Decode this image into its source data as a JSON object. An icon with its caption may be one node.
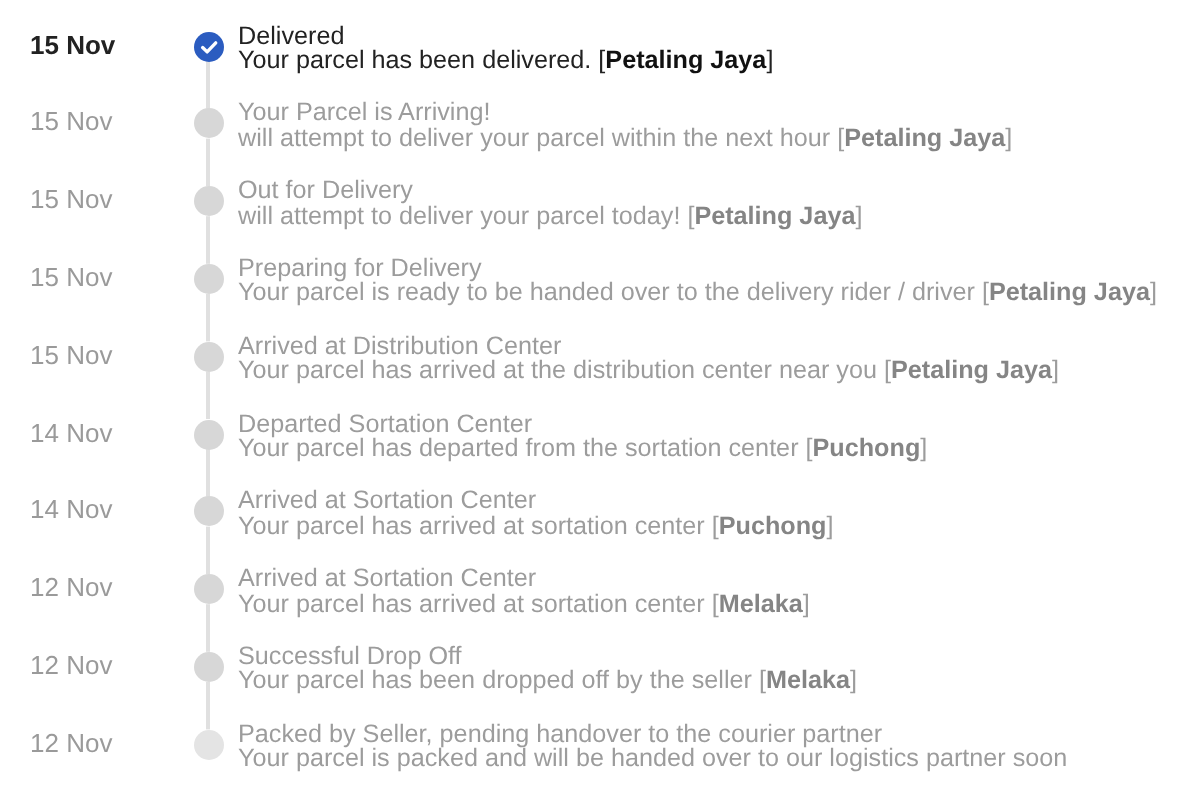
{
  "diagram": {
    "nodes": [
      {
        "text": [],
        "shape": "circle",
        "beside": [
          "15 Nov",
          "Delivered",
          "Your parcel has been delivered. [**Petaling Jaya**]"
        ]
      },
      {
        "text": [],
        "shape": "circle",
        "beside": [
          "15 Nov",
          "Your Parcel is Arriving!",
          "will attempt to deliver your parcel within the next hour [**Petaling Jaya**]"
        ]
      },
      {
        "text": [],
        "shape": "circle",
        "beside": [
          "15 Nov",
          "Out for Delivery",
          "will attempt to deliver your parcel today! [**Petaling Jaya**]"
        ]
      },
      {
        "text": [],
        "shape": "circle",
        "beside": [
          "15 Nov",
          "Preparing for Delivery",
          "Your parcel is ready to be handed over to the delivery rider / driver [**Petaling Jaya**]"
        ]
      },
      {
        "text": [],
        "shape": "circle",
        "beside": [
          "15 Nov",
          "Arrived at Distribution Center",
          "Your parcel has arrived at the distribution center near you [**Petaling Jaya**]"
        ]
      },
      {
        "text": [],
        "shape": "circle",
        "beside": [
          "14 Nov",
          "Departed Sortation Center",
          "Your parcel has departed from the sortation center [**Puchong**]"
        ]
      },
      {
        "text": [],
        "shape": "circle",
        "beside": [
          "14 Nov",
          "Arrived at Sortation Center",
          "Your parcel has arrived at sortation center [**Puchong**]"
        ]
      },
      {
        "text": [],
        "shape": "circle",
        "beside": [
          "12 Nov",
          "Arrived at Sortation Center",
          "Your parcel has arrived at sortation center [**Melaka**]"
        ]
      },
      {
        "text": [],
        "shape": "circle",
        "beside": [
          "12 Nov",
          "Successful Drop Off",
          "Your parcel has been dropped off by the seller [**Melaka**]"
        ]
      },
      {
        "text": [],
        "shape": "circle",
        "beside": [
          "12 Nov",
          "Packed by Seller, pending handover to the courier partner",
          "Your parcel is packed and will be handed over to our logistics partner soon"
        ]
      }
    ],
    "edges": [
      {
        "from": 0,
        "to": 1,
        "arrow": "none"
      },
      {
        "from": 1,
        "to": 2,
        "arrow": "none"
      },
      {
        "from": 2,
        "to": 3,
        "arrow": "none"
      },
      {
        "from": 3,
        "to": 4,
        "arrow": "none"
      },
      {
        "from": 4,
        "to": 5,
        "arrow": "none"
      },
      {
        "from": 5,
        "to": 6,
        "arrow": "none"
      },
      {
        "from": 6,
        "to": 7,
        "arrow": "none"
      },
      {
        "from": 7,
        "to": 8,
        "arrow": "none"
      },
      {
        "from": 8,
        "to": 9,
        "arrow": "none"
      }
    ]
  }
}
